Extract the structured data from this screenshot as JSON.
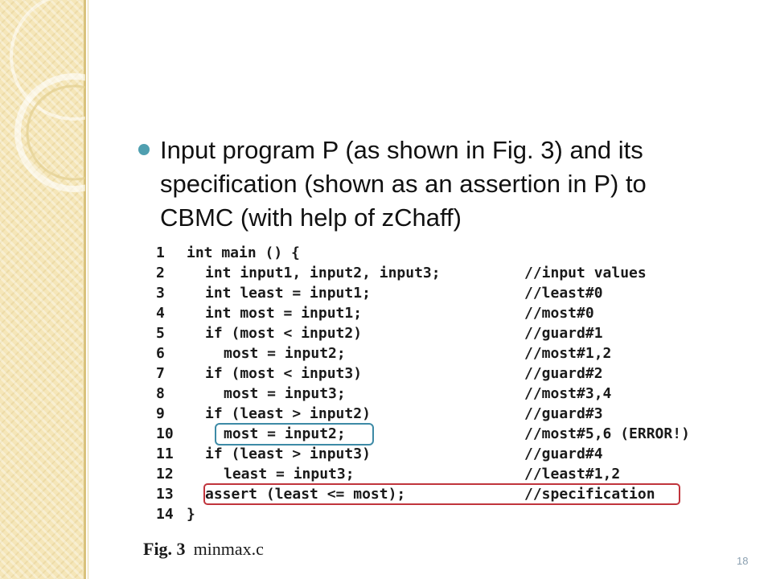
{
  "slide": {
    "bullet_text": "Input program P (as shown in Fig. 3) and its specification (shown as an assertion in P) to CBMC (with help of zChaff)",
    "page_number": "18"
  },
  "code": {
    "lines": [
      {
        "num": "1",
        "src": "int main () {",
        "indent": 0,
        "comment": ""
      },
      {
        "num": "2",
        "src": "int input1, input2, input3;",
        "indent": 1,
        "comment": "//input values"
      },
      {
        "num": "3",
        "src": "int least = input1;",
        "indent": 1,
        "comment": "//least#0"
      },
      {
        "num": "4",
        "src": "int most = input1;",
        "indent": 1,
        "comment": "//most#0"
      },
      {
        "num": "5",
        "src": "if (most < input2)",
        "indent": 1,
        "comment": "//guard#1"
      },
      {
        "num": "6",
        "src": "most = input2;",
        "indent": 2,
        "comment": "//most#1,2"
      },
      {
        "num": "7",
        "src": "if (most < input3)",
        "indent": 1,
        "comment": "//guard#2"
      },
      {
        "num": "8",
        "src": "most = input3;",
        "indent": 2,
        "comment": "//most#3,4"
      },
      {
        "num": "9",
        "src": "if (least > input2)",
        "indent": 1,
        "comment": "//guard#3"
      },
      {
        "num": "10",
        "src": "most = input2;",
        "indent": 2,
        "comment": "//most#5,6 (ERROR!)"
      },
      {
        "num": "11",
        "src": "if (least > input3)",
        "indent": 1,
        "comment": "//guard#4"
      },
      {
        "num": "12",
        "src": "least = input3;",
        "indent": 2,
        "comment": "//least#1,2"
      },
      {
        "num": "13",
        "src": "assert (least <= most);",
        "indent": 1,
        "comment": "//specification"
      },
      {
        "num": "14",
        "src": "}",
        "indent": 0,
        "comment": ""
      }
    ]
  },
  "caption": {
    "fig_label": "Fig. 3",
    "file_name": "minmax.c"
  },
  "colors": {
    "bullet": "#4f9fb0",
    "highlight_error_line": "#3d8aa6",
    "highlight_assert_line": "#c0343c"
  }
}
